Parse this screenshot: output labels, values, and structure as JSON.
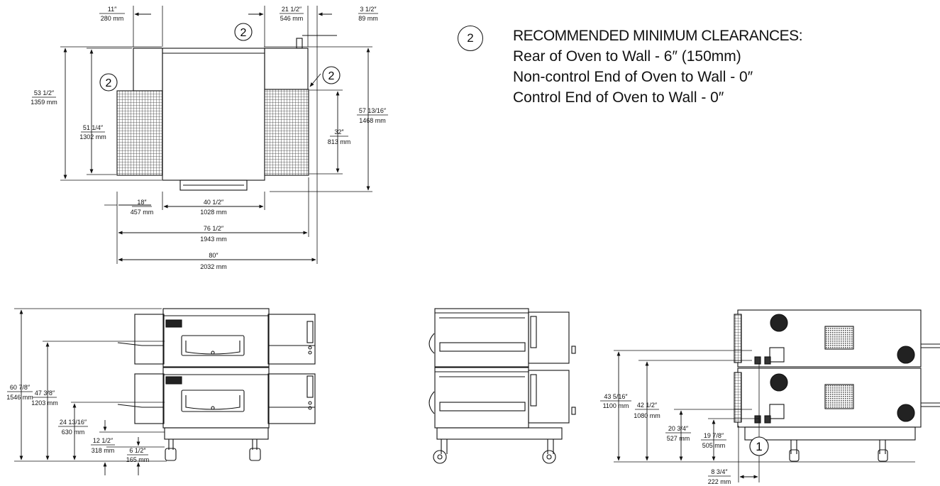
{
  "notes": {
    "badge": "2",
    "heading": "RECOMMENDED MINIMUM CLEARANCES:",
    "lines": [
      "Rear of Oven to Wall - 6″ (150mm)",
      "Non-control End of Oven to Wall - 0″",
      "Control End of Oven to Wall - 0″"
    ]
  },
  "top_view": {
    "callouts": [
      "2",
      "2",
      "2"
    ],
    "dims": {
      "d11": {
        "in": "11″",
        "mm": "280 mm"
      },
      "d21": {
        "in": "21 1/2″",
        "mm": "546 mm"
      },
      "d3": {
        "in": "3 1/2″",
        "mm": "89 mm"
      },
      "d53": {
        "in": "53 1/2″",
        "mm": "1359 mm"
      },
      "d51": {
        "in": "51 1/4″",
        "mm": "1302 mm"
      },
      "d57": {
        "in": "57 13/16″",
        "mm": "1468 mm"
      },
      "d32": {
        "in": "32″",
        "mm": "813 mm"
      },
      "d18": {
        "in": "18″",
        "mm": "457 mm"
      },
      "d40": {
        "in": "40 1/2″",
        "mm": "1028 mm"
      },
      "d76": {
        "in": "76 1/2″",
        "mm": "1943 mm"
      },
      "d80": {
        "in": "80″",
        "mm": "2032 mm"
      }
    }
  },
  "front_view": {
    "dims": {
      "d60": {
        "in": "60 7/8″",
        "mm": "1546 mm"
      },
      "d47": {
        "in": "47 3/8″",
        "mm": "1203 mm"
      },
      "d24": {
        "in": "24 13/16″",
        "mm": "630 mm"
      },
      "d12": {
        "in": "12 1/2″",
        "mm": "318 mm"
      },
      "d6": {
        "in": "6 1/2″",
        "mm": "165 mm"
      }
    }
  },
  "rear_view": {
    "callout": "1",
    "dims": {
      "d43": {
        "in": "43 5/16″",
        "mm": "1100 mm"
      },
      "d42": {
        "in": "42 1/2″",
        "mm": "1080 mm"
      },
      "d20": {
        "in": "20 3/4″",
        "mm": "527 mm"
      },
      "d19": {
        "in": "19 7/8″",
        "mm": "505 mm"
      },
      "d8": {
        "in": "8 3/4″",
        "mm": "222 mm"
      }
    }
  }
}
